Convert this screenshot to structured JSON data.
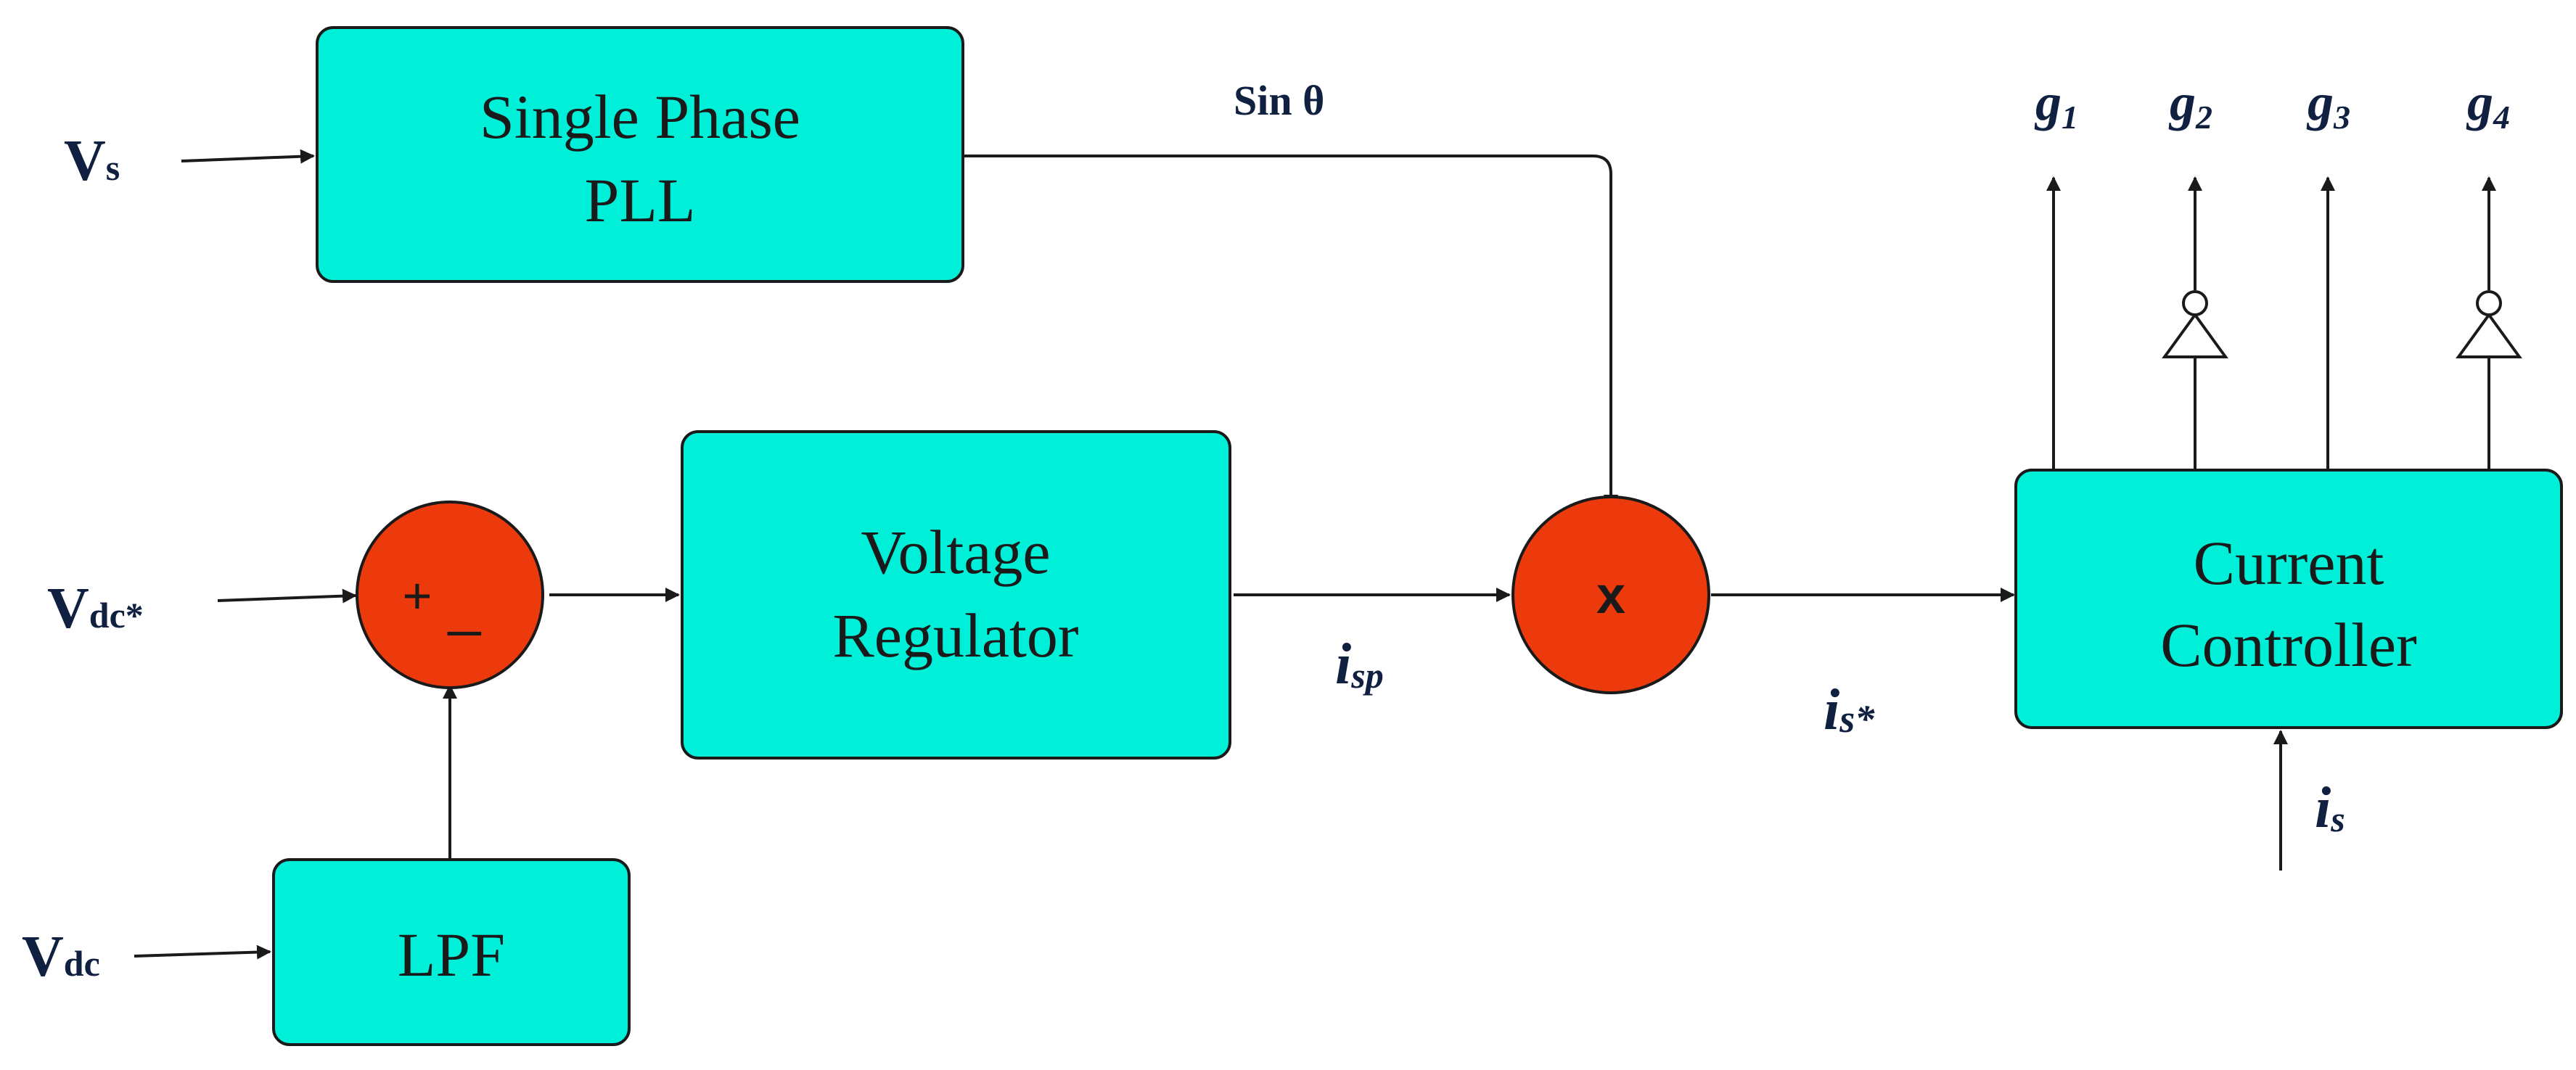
{
  "blocks": {
    "pll": {
      "line1": "Single Phase",
      "line2": "PLL"
    },
    "voltage_regulator": {
      "line1": "Voltage",
      "line2": "Regulator"
    },
    "lpf": {
      "label": "LPF"
    },
    "current_controller": {
      "line1": "Current",
      "line2": "Controller"
    }
  },
  "junctions": {
    "summer": {
      "plus": "+",
      "minus": "_"
    },
    "multiplier": {
      "symbol": "x"
    }
  },
  "signals": {
    "vs": {
      "main": "V",
      "sub": "s"
    },
    "vdc_ref": {
      "main": "V",
      "sub": "dc*"
    },
    "vdc": {
      "main": "V",
      "sub": "dc"
    },
    "sin_theta": "Sin θ",
    "isp": {
      "main": "i",
      "sub": "sp"
    },
    "is_ref": {
      "main": "i",
      "sub": "s*"
    },
    "is": {
      "main": "i",
      "sub": "s"
    },
    "g1": {
      "main": "g",
      "sub": "1"
    },
    "g2": {
      "main": "g",
      "sub": "2"
    },
    "g3": {
      "main": "g",
      "sub": "3"
    },
    "g4": {
      "main": "g",
      "sub": "4"
    }
  }
}
